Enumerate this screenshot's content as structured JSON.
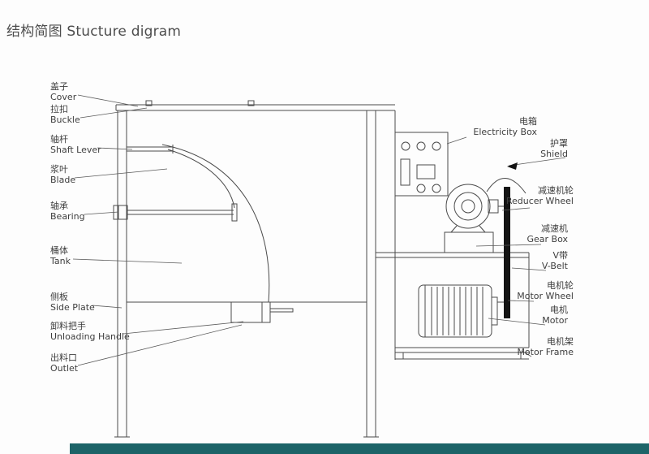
{
  "title": "结构简图 Stucture digram",
  "labels": {
    "cover": {
      "zh": "盖子",
      "en": "Cover"
    },
    "buckle": {
      "zh": "拉扣",
      "en": "Buckle"
    },
    "shaft_lever": {
      "zh": "轴杆",
      "en": "Shaft Lever"
    },
    "blade": {
      "zh": "浆叶",
      "en": "Blade"
    },
    "bearing": {
      "zh": "轴承",
      "en": "Bearing"
    },
    "tank": {
      "zh": "桶体",
      "en": "Tank"
    },
    "side_plate": {
      "zh": "侧板",
      "en": "Side Plate"
    },
    "unloading_handle": {
      "zh": "卸料把手",
      "en": "Unloading Handle"
    },
    "outlet": {
      "zh": "出料口",
      "en": "Outlet"
    },
    "electricity_box": {
      "zh": "电箱",
      "en": "Electricity Box"
    },
    "shield": {
      "zh": "护罩",
      "en": "Shield"
    },
    "reducer_wheel": {
      "zh": "减速机轮",
      "en": "Reducer Wheel"
    },
    "gear_box": {
      "zh": "减速机",
      "en": "Gear Box"
    },
    "v_belt": {
      "zh": "V带",
      "en": "V-Belt"
    },
    "motor_wheel": {
      "zh": "电机轮",
      "en": "Motor Wheel"
    },
    "motor": {
      "zh": "电机",
      "en": "Motor"
    },
    "motor_frame": {
      "zh": "电机架",
      "en": "Motor Frame"
    }
  },
  "colors": {
    "accent_bar": "#1d6468",
    "line": "#4a4a4a"
  }
}
